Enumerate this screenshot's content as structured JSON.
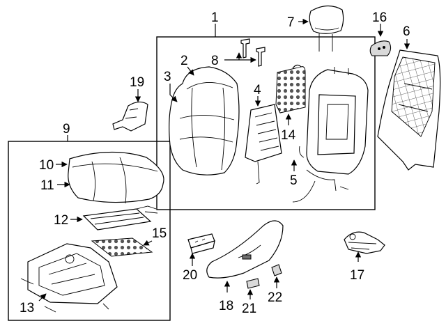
{
  "callouts": [
    {
      "id": "c1",
      "text": "1"
    },
    {
      "id": "c2",
      "text": "2"
    },
    {
      "id": "c3",
      "text": "3"
    },
    {
      "id": "c4",
      "text": "4"
    },
    {
      "id": "c5",
      "text": "5"
    },
    {
      "id": "c6",
      "text": "6"
    },
    {
      "id": "c7",
      "text": "7"
    },
    {
      "id": "c8",
      "text": "8"
    },
    {
      "id": "c9",
      "text": "9"
    },
    {
      "id": "c10",
      "text": "10"
    },
    {
      "id": "c11",
      "text": "11"
    },
    {
      "id": "c12",
      "text": "12"
    },
    {
      "id": "c13",
      "text": "13"
    },
    {
      "id": "c14",
      "text": "14"
    },
    {
      "id": "c15",
      "text": "15"
    },
    {
      "id": "c16",
      "text": "16"
    },
    {
      "id": "c17",
      "text": "17"
    },
    {
      "id": "c18",
      "text": "18"
    },
    {
      "id": "c19",
      "text": "19"
    },
    {
      "id": "c20",
      "text": "20"
    },
    {
      "id": "c21",
      "text": "21"
    },
    {
      "id": "c22",
      "text": "22"
    }
  ]
}
